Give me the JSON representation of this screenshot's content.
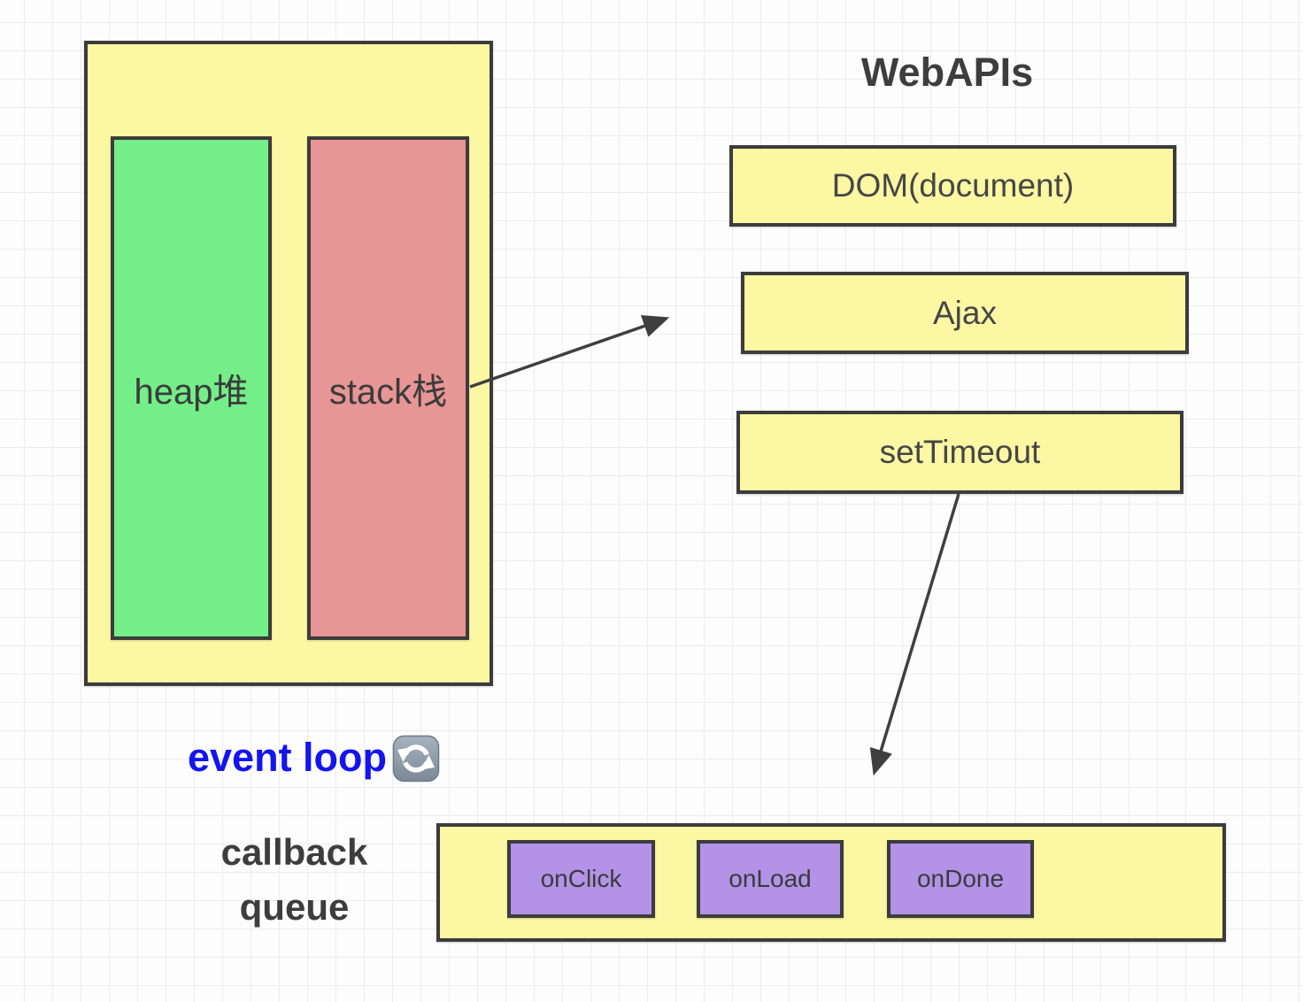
{
  "diagram": {
    "memory": {
      "heap_label": "heap堆",
      "stack_label": "stack栈"
    },
    "webapis": {
      "title": "WebAPIs",
      "boxes": [
        {
          "label": "DOM(document)"
        },
        {
          "label": "Ajax"
        },
        {
          "label": "setTimeout"
        }
      ]
    },
    "event_loop": {
      "label": "event loop",
      "icon": "counterclockwise-arrows-icon"
    },
    "callback_queue": {
      "label": "callback queue",
      "items": [
        {
          "label": "onClick"
        },
        {
          "label": "onLoad"
        },
        {
          "label": "onDone"
        }
      ]
    },
    "colors": {
      "yellow": "#FBF7A3",
      "green": "#74EE88",
      "pink": "#E89595",
      "purple": "#B392E8",
      "event_loop_blue": "#1414F0",
      "border": "#3C3C3C",
      "arrow": "#3F3F3F"
    }
  }
}
